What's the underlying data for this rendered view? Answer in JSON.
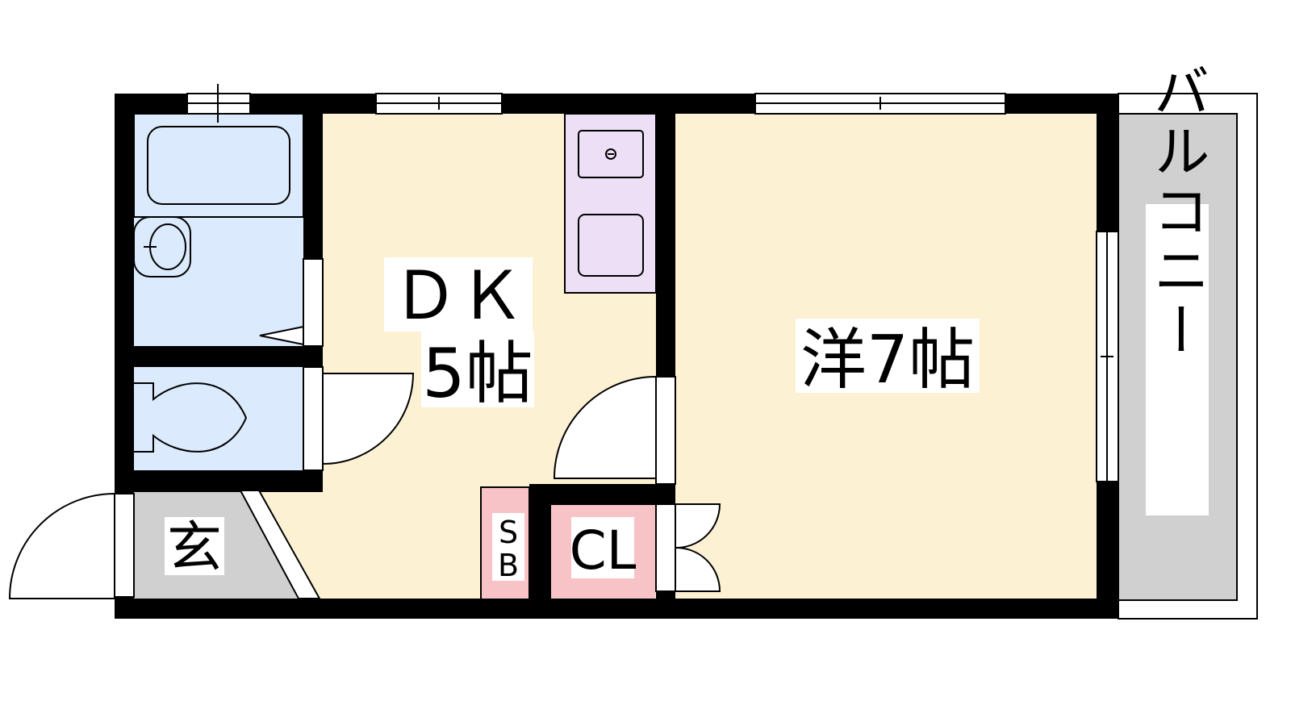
{
  "rooms": {
    "dk": {
      "name": "ＤＫ",
      "size": "5帖"
    },
    "western": {
      "name": "洋7帖"
    },
    "entrance": {
      "name": "玄"
    },
    "shoe_box": {
      "line1": "S",
      "line2": "B"
    },
    "closet": {
      "name": "CL"
    },
    "balcony": {
      "name": "バルコニー"
    }
  },
  "colors": {
    "wall": "#000000",
    "floor": "#fdf1d3",
    "wet_area": "#dbeafc",
    "kitchen": "#ecdff6",
    "storage": "#f7c3c6",
    "entrance_floor": "#d0d0d0",
    "balcony_floor": "#d0d0d0"
  }
}
